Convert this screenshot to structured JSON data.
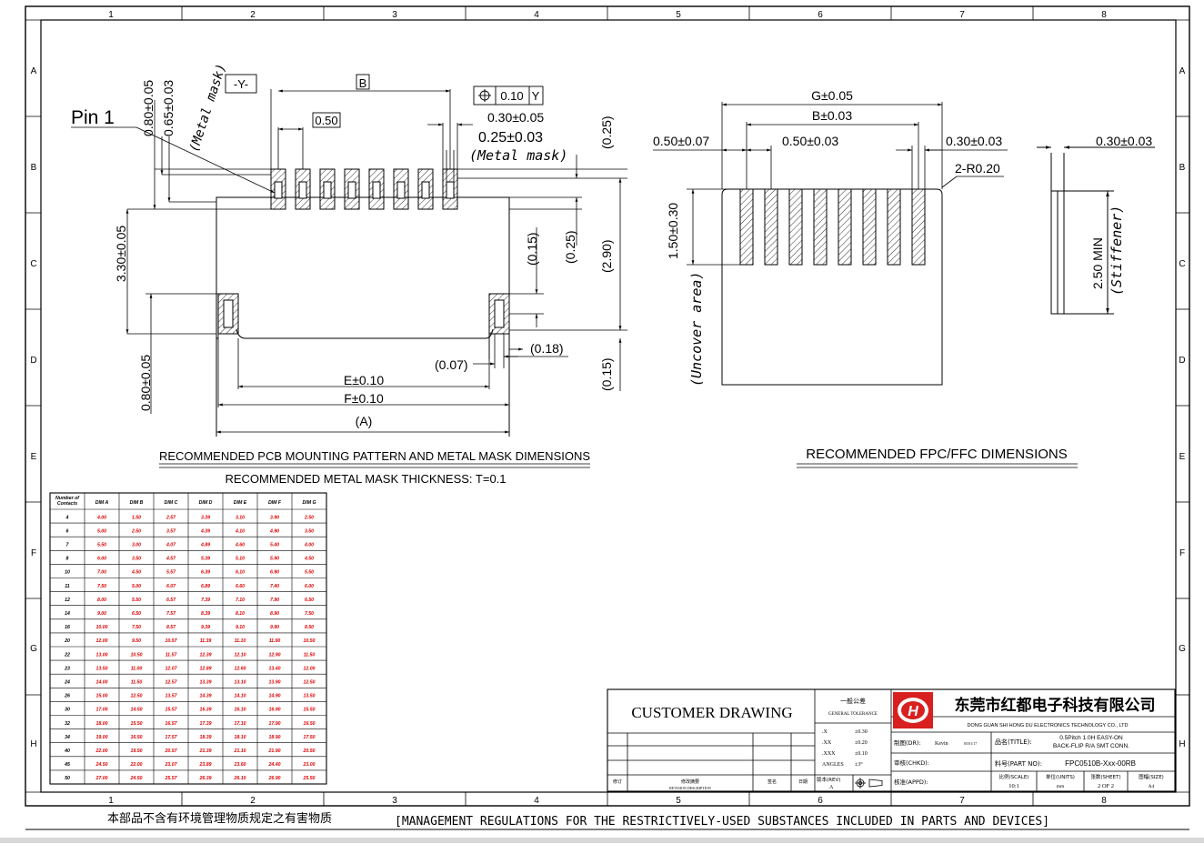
{
  "frame": {
    "col_numbers": [
      "1",
      "2",
      "3",
      "4",
      "5",
      "6",
      "7",
      "8"
    ],
    "row_letters": [
      "A",
      "B",
      "C",
      "D",
      "E",
      "F",
      "G",
      "H"
    ]
  },
  "pcb": {
    "pin1": "Pin 1",
    "dim_080": "0.80±0.05",
    "dim_065": "0.65±0.03",
    "metal_mask_v": "(Metal mask)",
    "datum_y": "-Y-",
    "dim_b": "B",
    "pitch_050": "0.50",
    "flatness_value": "0.10",
    "flatness_datum": "Y",
    "dim_030": "0.30±0.05",
    "dim_025": "0.25±0.03",
    "metal_mask_h": "(Metal mask)",
    "ref_025_top": "(0.25)",
    "dim_330": "3.30±0.05",
    "ref_015_a": "(0.15)",
    "ref_025_mid": "(0.25)",
    "ref_290": "(2.90)",
    "ref_018": "(0.18)",
    "ref_007": "(0.07)",
    "ref_015_b": "(0.15)",
    "dim_080_b": "0.80±0.05",
    "dim_e": "E±0.10",
    "dim_f": "F±0.10",
    "dim_a": "(A)",
    "caption": "RECOMMENDED PCB MOUNTING PATTERN AND METAL MASK DIMENSIONS",
    "thickness": "RECOMMENDED METAL MASK THICKNESS: T=0.1"
  },
  "fpc": {
    "dim_g": "G±0.05",
    "dim_b": "B±0.03",
    "dim_left": "0.50±0.07",
    "dim_pitch": "0.50±0.03",
    "dim_right": "0.30±0.03",
    "radius": "2-R0.20",
    "dim_150": "1.50±0.30",
    "uncover": "(Uncover area)",
    "side_dim": "0.30±0.03",
    "min_250": "2.50 MIN",
    "stiffener": "(Stiffener)",
    "caption": "RECOMMENDED FPC/FFC DIMENSIONS"
  },
  "table": {
    "headers": [
      "Number of Contacts",
      "DIM A",
      "DIM B",
      "DIM C",
      "DIM D",
      "DIM E",
      "DIM F",
      "DIM G"
    ],
    "rows": [
      [
        "4",
        "4.00",
        "1.50",
        "2.57",
        "3.39",
        "3.10",
        "3.90",
        "2.50"
      ],
      [
        "6",
        "5.00",
        "2.50",
        "3.57",
        "4.39",
        "4.10",
        "4.90",
        "3.50"
      ],
      [
        "7",
        "5.50",
        "3.00",
        "4.07",
        "4.89",
        "4.60",
        "5.40",
        "4.00"
      ],
      [
        "8",
        "6.00",
        "3.50",
        "4.57",
        "5.39",
        "5.10",
        "5.90",
        "4.50"
      ],
      [
        "10",
        "7.00",
        "4.50",
        "5.57",
        "6.39",
        "6.10",
        "6.90",
        "5.50"
      ],
      [
        "11",
        "7.50",
        "5.00",
        "6.07",
        "6.89",
        "6.60",
        "7.40",
        "6.00"
      ],
      [
        "12",
        "8.00",
        "5.50",
        "6.57",
        "7.39",
        "7.10",
        "7.90",
        "6.50"
      ],
      [
        "14",
        "9.00",
        "6.50",
        "7.57",
        "8.39",
        "8.10",
        "8.90",
        "7.50"
      ],
      [
        "16",
        "10.00",
        "7.50",
        "8.57",
        "9.39",
        "9.10",
        "9.90",
        "8.50"
      ],
      [
        "20",
        "12.00",
        "9.50",
        "10.57",
        "11.39",
        "11.10",
        "11.90",
        "10.50"
      ],
      [
        "22",
        "13.00",
        "10.50",
        "11.57",
        "12.39",
        "12.10",
        "12.90",
        "11.50"
      ],
      [
        "23",
        "13.50",
        "11.00",
        "12.07",
        "12.89",
        "12.60",
        "13.40",
        "12.00"
      ],
      [
        "24",
        "14.00",
        "11.50",
        "12.57",
        "13.39",
        "13.10",
        "13.90",
        "12.50"
      ],
      [
        "26",
        "15.00",
        "12.50",
        "13.57",
        "14.39",
        "14.10",
        "14.90",
        "13.50"
      ],
      [
        "30",
        "17.00",
        "14.50",
        "15.57",
        "16.39",
        "16.10",
        "16.90",
        "15.50"
      ],
      [
        "32",
        "18.00",
        "15.50",
        "16.57",
        "17.39",
        "17.10",
        "17.90",
        "16.50"
      ],
      [
        "34",
        "19.00",
        "16.50",
        "17.57",
        "18.39",
        "18.10",
        "18.90",
        "17.50"
      ],
      [
        "40",
        "22.00",
        "19.50",
        "20.57",
        "21.39",
        "21.10",
        "21.90",
        "20.50"
      ],
      [
        "45",
        "24.50",
        "22.00",
        "23.07",
        "23.89",
        "23.60",
        "24.40",
        "23.00"
      ],
      [
        "50",
        "27.00",
        "24.50",
        "25.57",
        "26.39",
        "26.10",
        "26.90",
        "25.50"
      ]
    ]
  },
  "title_block": {
    "customer_drawing": "CUSTOMER DRAWING",
    "tolerance_title": "一般公差",
    "tolerance_title_en": "GENERAL TOLERANCE",
    "tol_x": ".X",
    "tol_x_val": "±0.30",
    "tol_xx": ".XX",
    "tol_xx_val": "±0.20",
    "tol_xxx": ".XXX",
    "tol_xxx_val": "±0.10",
    "tol_angles": "ANGLES",
    "tol_angles_val": "±3°",
    "company_cn": "东莞市红都电子科技有限公司",
    "company_en": "DONG GUAN SHI HONG DU ELECTRONICS TECHNOLOGY CO., LTD",
    "drawn_label": "制图(DR):",
    "drawn_name": "Kevin",
    "drawn_date": "05/01/17",
    "title_label": "品名(TITLE):",
    "title_line1": "0.5Pitch 1.0H  EASY-ON",
    "title_line2": "BACK-FLIP R/A SMT CONN.",
    "checked_label": "审核(CHKD):",
    "part_label": "料号(PART NO):",
    "part_no": "FPC0510B-Xxx-00RB",
    "approved_label": "核准(APPD):",
    "scale_label": "比例(SCALE)",
    "scale_val": "10:1",
    "units_label": "单位(UNITS)",
    "units_val": "mm",
    "sheet_label": "张数(SHEET)",
    "sheet_val": "2 OF 2",
    "size_label": "图幅(SIZE)",
    "size_val": "A4",
    "rev_label": "版本(REV)",
    "rev_val": "A",
    "rev_col1": "修订",
    "rev_col2": "修改摘要",
    "rev_col2_en": "REVISION DESCRIPTION",
    "rev_col3": "签名",
    "rev_col4": "日期"
  },
  "footer": {
    "cn": "本部品不含有环境管理物质规定之有害物质",
    "en": "[MANAGEMENT REGULATIONS FOR THE RESTRICTIVELY-USED SUBSTANCES INCLUDED IN PARTS AND DEVICES]"
  },
  "colors": {
    "table_values": "#e00000",
    "logo_red": "#d7201f"
  }
}
